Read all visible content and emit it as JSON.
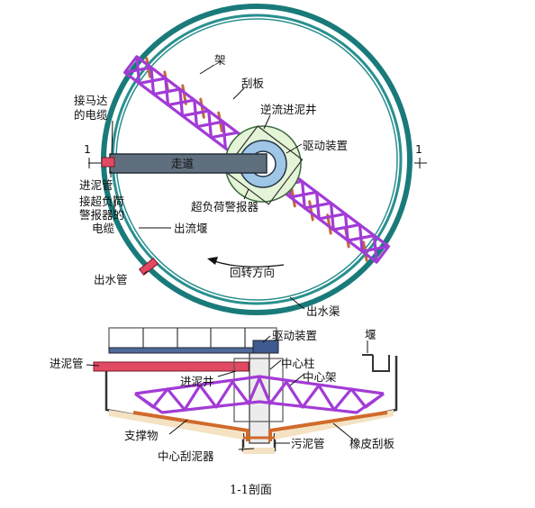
{
  "plan": {
    "frame": "架",
    "scraper": "刮板",
    "counterflow_well": "逆流进泥井",
    "motor_cable": "接马达\n的电缆",
    "section_mark_left": "1",
    "section_mark_right": "1",
    "walkway": "走道",
    "drive_unit": "驱动装置",
    "sludge_inlet": "进泥管",
    "overload_cable": "接超负荷\n警报器的\n电缆",
    "overload_alarm": "超负荷警报器",
    "outflow_weir": "出流堰",
    "outlet_pipe": "出水管",
    "rotation_direction": "回转方向",
    "outflow_channel": "出水渠"
  },
  "section": {
    "drive_unit": "驱动装置",
    "weir": "堰",
    "sludge_inlet": "进泥管",
    "center_column": "中心柱",
    "center_frame": "中心架",
    "inlet_well": "进泥井",
    "support": "支撑物",
    "sludge_pipe": "污泥管",
    "center_scraper": "中心刮泥器",
    "rubber_scraper": "橡皮刮板",
    "caption": "1-1剖面"
  }
}
